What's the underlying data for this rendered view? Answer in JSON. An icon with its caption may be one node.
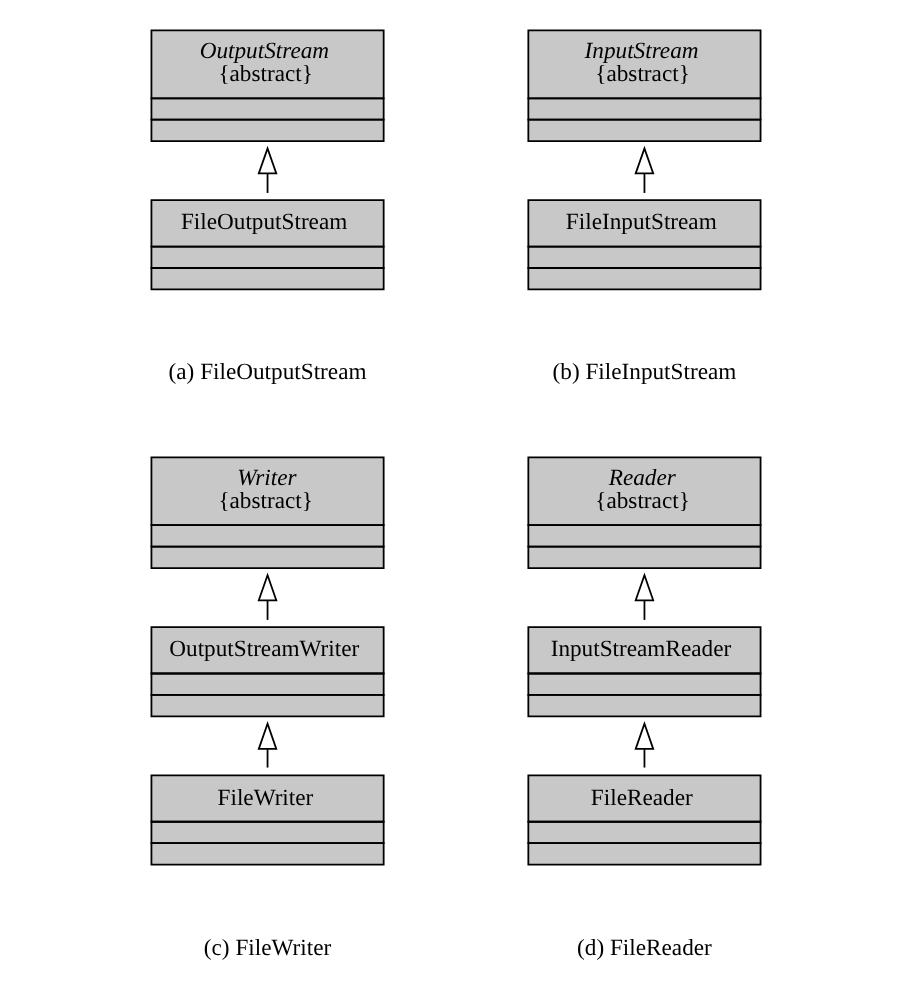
{
  "diagram": {
    "nodes": [
      {
        "text": [
          "OutputStream",
          "{abstract}"
        ]
      },
      {
        "text": [
          "FileOutputStream"
        ]
      },
      {
        "text": [
          "InputStream",
          "{abstract}"
        ]
      },
      {
        "text": [
          "FileInputStream"
        ]
      },
      {
        "text": [
          "Writer",
          "{abstract}"
        ]
      },
      {
        "text": [
          "OutputStreamWriter"
        ]
      },
      {
        "text": [
          "FileWriter"
        ]
      },
      {
        "text": [
          "Reader",
          "{abstract}"
        ]
      },
      {
        "text": [
          "InputStreamReader"
        ]
      },
      {
        "text": [
          "FileReader"
        ]
      }
    ],
    "edges": [
      {
        "from": 1,
        "to": 0,
        "arrow": "to"
      },
      {
        "from": 3,
        "to": 2,
        "arrow": "to"
      },
      {
        "from": 5,
        "to": 4,
        "arrow": "to"
      },
      {
        "from": 6,
        "to": 5,
        "arrow": "to"
      },
      {
        "from": 8,
        "to": 7,
        "arrow": "to"
      },
      {
        "from": 9,
        "to": 8,
        "arrow": "to"
      }
    ],
    "labels": [
      "(a) FileOutputStream",
      "(b) FileInputStream",
      "(c) FileWriter",
      "(d) FileReader"
    ]
  }
}
